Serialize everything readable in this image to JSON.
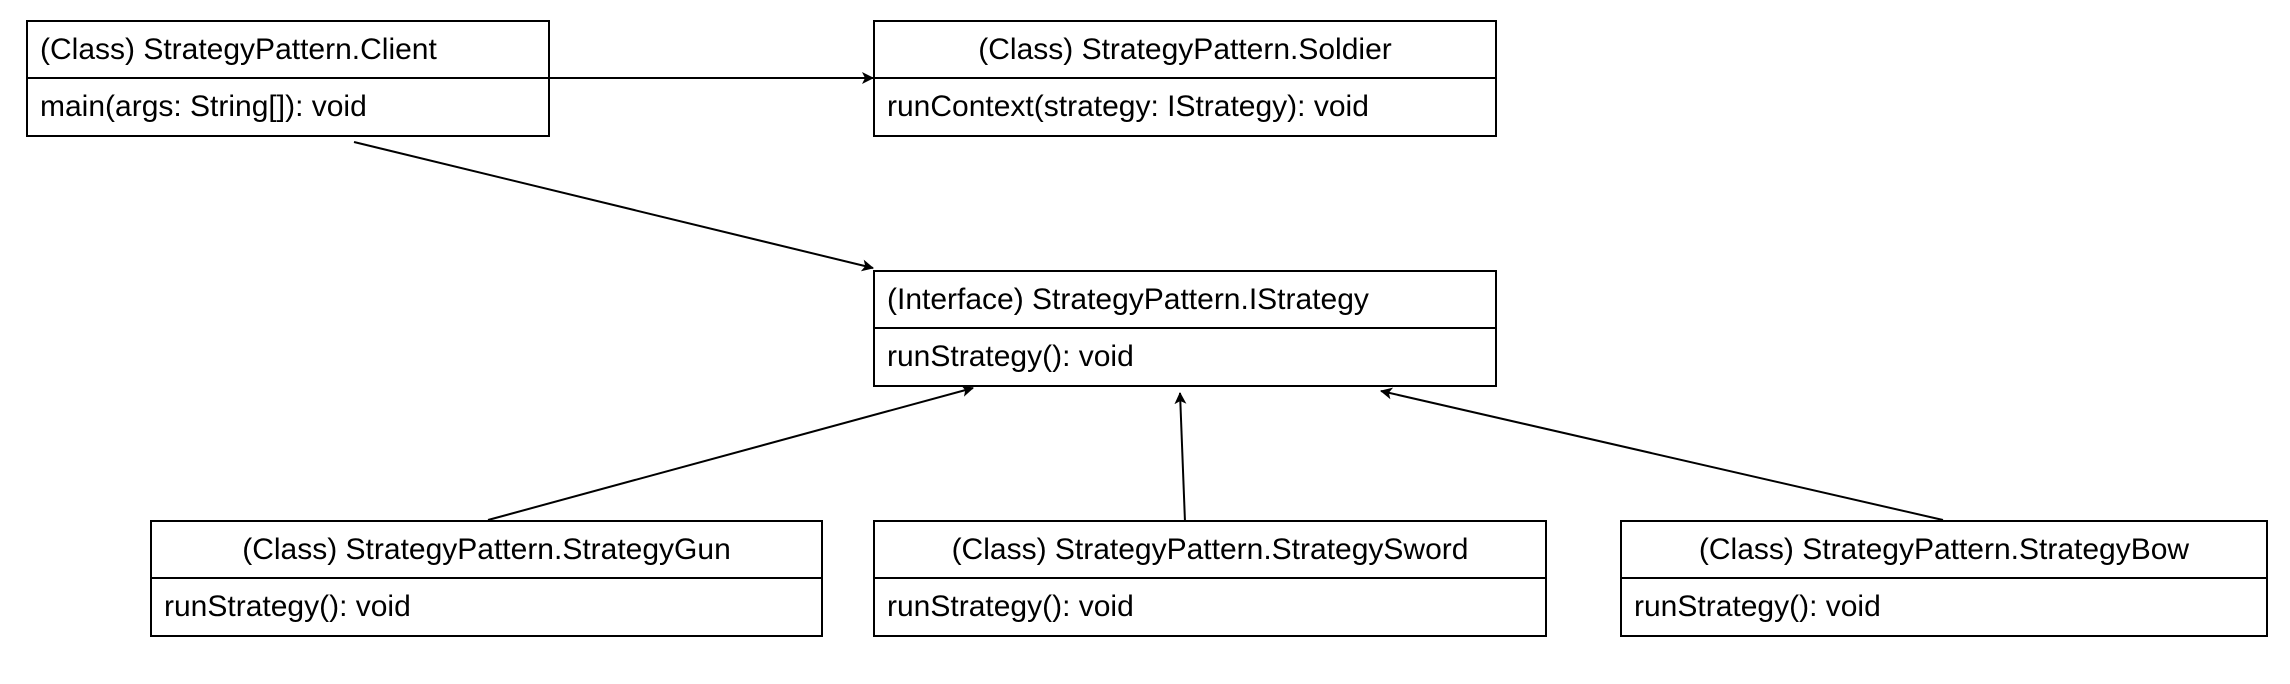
{
  "diagram": {
    "classes": {
      "client": {
        "header": "(Class) StrategyPattern.Client",
        "member": "main(args: String[]): void"
      },
      "soldier": {
        "header": "(Class) StrategyPattern.Soldier",
        "member": "runContext(strategy: IStrategy): void"
      },
      "istrategy": {
        "header": "(Interface) StrategyPattern.IStrategy",
        "member": "runStrategy(): void"
      },
      "gun": {
        "header": "(Class) StrategyPattern.StrategyGun",
        "member": "runStrategy(): void"
      },
      "sword": {
        "header": "(Class) StrategyPattern.StrategySword",
        "member": "runStrategy(): void"
      },
      "bow": {
        "header": "(Class) StrategyPattern.StrategyBow",
        "member": "runStrategy(): void"
      }
    },
    "relations": [
      {
        "from": "client",
        "to": "soldier"
      },
      {
        "from": "client",
        "to": "istrategy"
      },
      {
        "from": "gun",
        "to": "istrategy"
      },
      {
        "from": "sword",
        "to": "istrategy"
      },
      {
        "from": "bow",
        "to": "istrategy"
      }
    ]
  }
}
